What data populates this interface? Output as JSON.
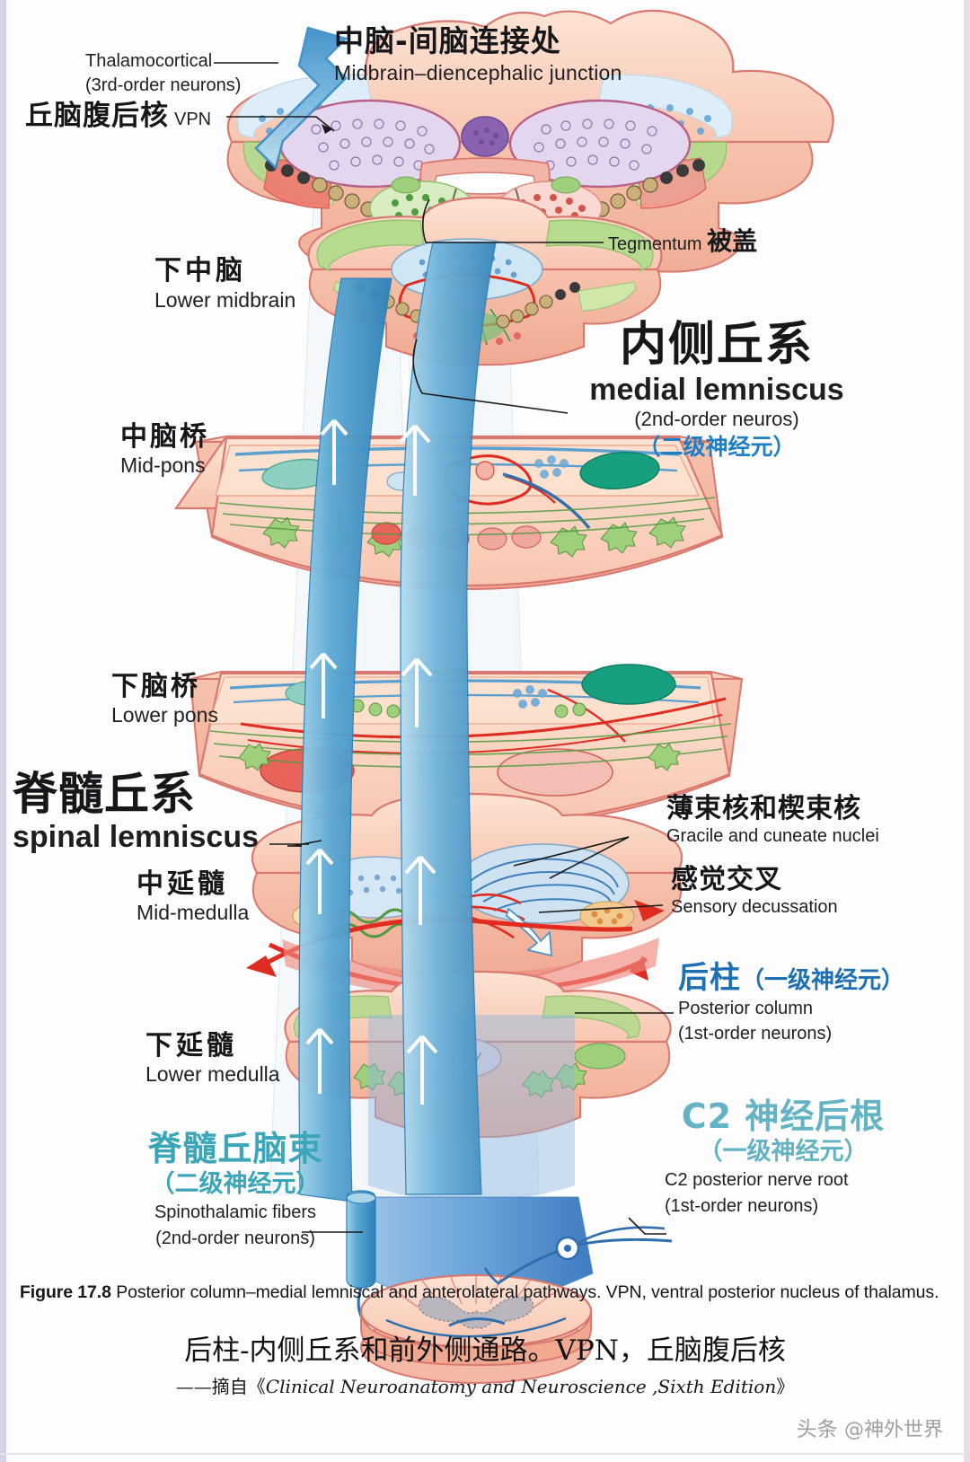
{
  "figure": {
    "title_cn": "中脑-间脑连接处",
    "title_en": "Midbrain–diencephalic junction"
  },
  "labels": {
    "thalamocortical": {
      "en_line1": "Thalamocortical",
      "en_line2": "(3rd-order neurons)"
    },
    "vpn": {
      "cn": "丘脑腹后核",
      "abbr": "VPN"
    },
    "tegmentum": {
      "en": "Tegmentum",
      "cn": "被盖"
    },
    "lower_midbrain": {
      "cn": "下中脑",
      "en": "Lower midbrain"
    },
    "mid_pons": {
      "cn": "中脑桥",
      "en": "Mid-pons"
    },
    "lower_pons": {
      "cn": "下脑桥",
      "en": "Lower pons"
    },
    "mid_medulla": {
      "cn": "中延髓",
      "en": "Mid-medulla"
    },
    "lower_medulla": {
      "cn": "下延髓",
      "en": "Lower medulla"
    },
    "medial_lemniscus": {
      "cn": "内侧丘系",
      "en": "medial lemniscus",
      "en_sub": "(2nd-order neuros)",
      "cn_sub": "（二级神经元）"
    },
    "spinal_lemniscus": {
      "cn": "脊髓丘系",
      "en": "spinal lemniscus"
    },
    "gracile_cuneate": {
      "cn": "薄束核和楔束核",
      "en": "Gracile and cuneate nuclei"
    },
    "sensory_decussation": {
      "cn": "感觉交叉",
      "en": "Sensory decussation"
    },
    "posterior_column": {
      "cn": "后柱",
      "cn_sub": "（一级神经元）",
      "en_line1": "Posterior column",
      "en_line2": "(1st-order neurons)"
    },
    "c2_root": {
      "cn": "C2 神经后根",
      "cn_sub": "（一级神经元）",
      "en_line1": "C2 posterior nerve root",
      "en_line2": "(1st-order neurons)"
    },
    "spinothalamic": {
      "cn": "脊髓丘脑束",
      "cn_sub": "（二级神经元）",
      "en_line1": "Spinothalamic fibers",
      "en_line2": "(2nd-order neurons)"
    }
  },
  "caption": {
    "figure_number": "Figure 17.8",
    "en": "Posterior column–medial lemniscal and anterolateral pathways. VPN, ventral posterior nucleus of thalamus.",
    "cn": "后柱-内侧丘系和前外侧通路。VPN，丘脑腹后核",
    "source_prefix": "——摘自《",
    "source_title": "Clinical Neuroanatomy and Neuroscience ,Sixth Edition",
    "source_suffix": "》"
  },
  "watermark": {
    "platform": "头条",
    "handle": "@神外世界"
  },
  "colors": {
    "section_fill": "#fbd9c8",
    "section_edge": "#e0847c",
    "tract_blue": "#5fa9d4",
    "tract_blue_dark": "#2f7fb8",
    "lemniscus_blue": "#7fbbe0",
    "accent_blue": "#1f6fb5",
    "accent_teal": "#3ba6b8",
    "accent_teal_light": "#63b3c4",
    "decussation_red": "#e02b20",
    "green_nucleus": "#7ec17a",
    "teal_nucleus": "#17a07f",
    "purple_nucleus": "#8a63b0",
    "red_nucleus": "#e8635a"
  }
}
